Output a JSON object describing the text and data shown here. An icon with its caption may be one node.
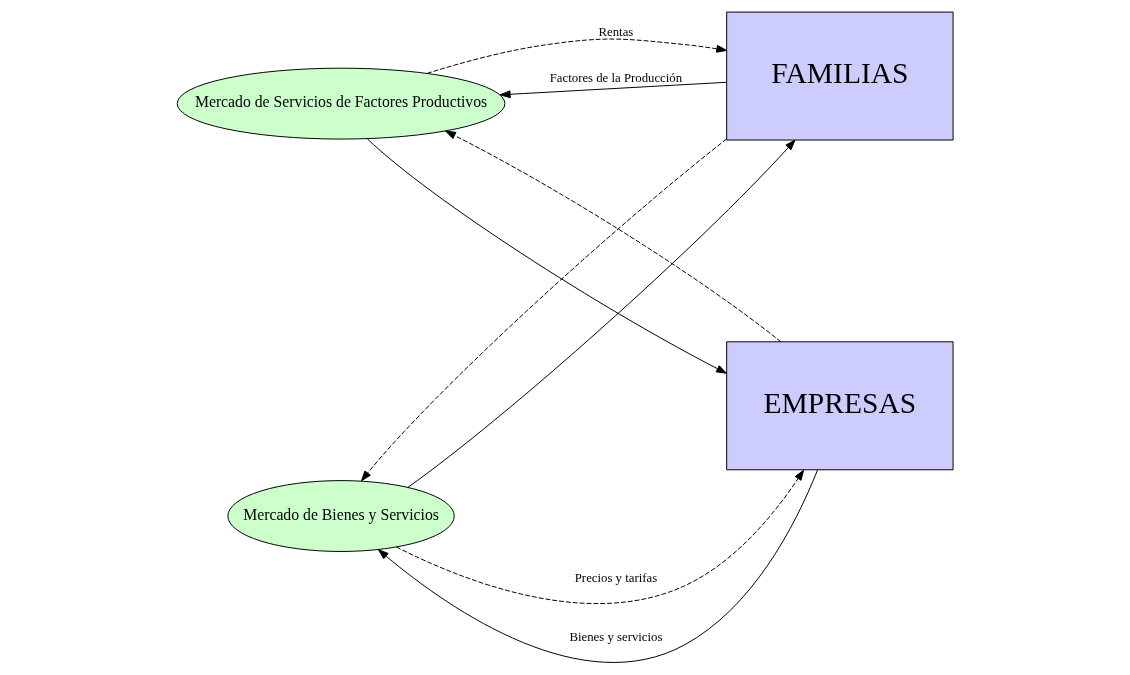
{
  "diagram": {
    "nodes": [
      {
        "text": [
          "Mercado de Servicios de Factores Productivos"
        ]
      },
      {
        "text": [
          "FAMILIAS"
        ]
      },
      {
        "text": [
          "EMPRESAS"
        ]
      },
      {
        "text": [
          "Mercado de Bienes y Servicios"
        ]
      }
    ],
    "edges": [
      {
        "from": 1,
        "to": 0,
        "arrow": "to",
        "label": "Factores de la Producción"
      },
      {
        "from": 0,
        "to": 1,
        "arrow": "to",
        "style": "dashed",
        "label": "Rentas"
      },
      {
        "from": 0,
        "to": 2,
        "arrow": "to"
      },
      {
        "from": 2,
        "to": 0,
        "arrow": "to",
        "style": "dashed"
      },
      {
        "from": 1,
        "to": 3,
        "arrow": "to",
        "style": "dashed"
      },
      {
        "from": 3,
        "to": 2,
        "arrow": "to",
        "style": "dashed",
        "label": "Precios y tarifas"
      },
      {
        "from": 2,
        "to": 3,
        "arrow": "to",
        "label": "Bienes y servicios"
      },
      {
        "from": 3,
        "to": 1,
        "arrow": "to"
      }
    ]
  }
}
